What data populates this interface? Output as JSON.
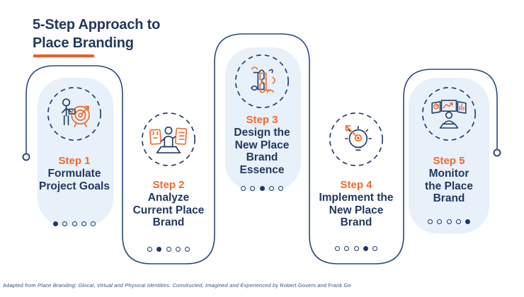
{
  "title": {
    "line1": "5-Step Approach to",
    "line2": "Place Branding"
  },
  "colors": {
    "navy_text": "#22395E",
    "orange_accent": "#EE6B2D",
    "underline_orange": "#EE5F25",
    "card_fill_blue": "#E8F0FA",
    "outline_navy": "#2B4A77",
    "footer_text": "#3D5575",
    "background": "#FFFFFF"
  },
  "cards": [
    {
      "step_label": "Step 1",
      "title_lines": [
        "Formulate",
        "Project Goals"
      ],
      "icon": "person-with-target-icon",
      "active_dot": 1,
      "filled": true
    },
    {
      "step_label": "Step 2",
      "title_lines": [
        "Analyze",
        "Current Place",
        "Brand"
      ],
      "icon": "presenter-with-boards-icon",
      "active_dot": 2,
      "filled": false
    },
    {
      "step_label": "Step 3",
      "title_lines": [
        "Design the",
        "New Place",
        "Brand",
        "Essence"
      ],
      "icon": "puzzle-collaboration-icon",
      "active_dot": 3,
      "filled": true
    },
    {
      "step_label": "Step 4",
      "title_lines": [
        "Implement the",
        "New Place",
        "Brand"
      ],
      "icon": "idea-bulb-target-icon",
      "active_dot": 4,
      "filled": false
    },
    {
      "step_label": "Step 5",
      "title_lines": [
        "Monitor",
        "the Place",
        "Brand"
      ],
      "icon": "monitoring-dashboards-icon",
      "active_dot": 5,
      "filled": true
    }
  ],
  "dots_per_card": 5,
  "footer": {
    "prefix": "Adapted from ",
    "italic_title": "Place Branding: Glocal, Virtual and Physical Identities. Constructed, Imagined and Experienced by",
    "suffix": " Robert Govers and Frank Go"
  }
}
